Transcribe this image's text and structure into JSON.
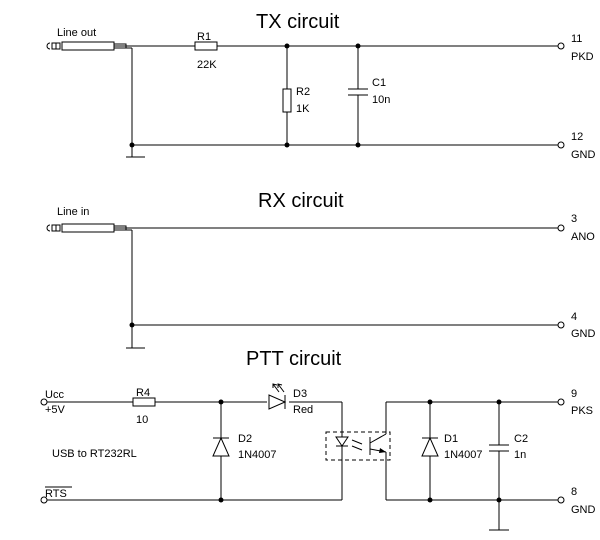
{
  "sections": {
    "tx": "TX circuit",
    "rx": "RX circuit",
    "ptt": "PTT circuit"
  },
  "labels": {
    "line_out": "Line out",
    "line_in": "Line in",
    "ucc": "Ucc",
    "plus5v": "+5V",
    "usb_adapter": "USB to RT232RL",
    "rts": "RTS"
  },
  "components": {
    "r1": {
      "ref": "R1",
      "value": "22K"
    },
    "r2": {
      "ref": "R2",
      "value": "1K"
    },
    "c1": {
      "ref": "C1",
      "value": "10n"
    },
    "r4": {
      "ref": "R4",
      "value": "10"
    },
    "d2": {
      "ref": "D2",
      "value": "1N4007"
    },
    "d3": {
      "ref": "D3",
      "value": "Red"
    },
    "d1": {
      "ref": "D1",
      "value": "1N4007"
    },
    "c2": {
      "ref": "C2",
      "value": "1n"
    }
  },
  "pins": {
    "p11": {
      "num": "11",
      "name": "PKD"
    },
    "p12": {
      "num": "12",
      "name": "GND"
    },
    "p3": {
      "num": "3",
      "name": "ANO"
    },
    "p4": {
      "num": "4",
      "name": "GND"
    },
    "p9": {
      "num": "9",
      "name": "PKS"
    },
    "p8": {
      "num": "8",
      "name": "GND"
    }
  }
}
